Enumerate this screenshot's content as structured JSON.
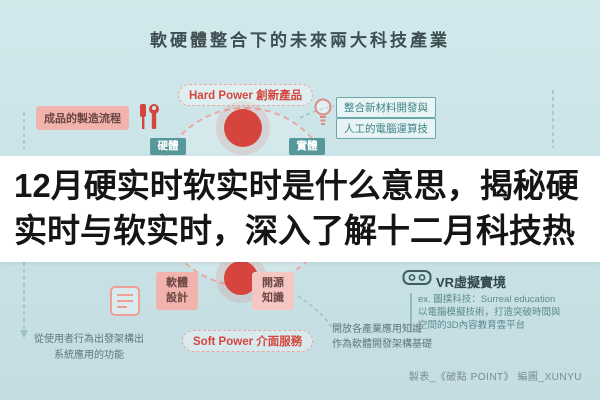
{
  "banner": {
    "line1": "12月硬实时软实时是什么意思，揭秘硬",
    "line2": "实时与软实时，深入了解十二月科技热"
  },
  "infographic": {
    "title": "軟硬體整合下的未來兩大科技產業",
    "hard_power_label": "Hard Power 創新產品",
    "soft_power_label": "Soft Power 介面服務",
    "manufacture_box": "成品的製造流程",
    "material_box": {
      "line1": "整合新材料開發與",
      "line2": "人工的電腦運算技"
    },
    "hardware_tag": "硬體",
    "entity_tag": "實體",
    "software_design_card": {
      "line1": "軟體",
      "line2": "設計"
    },
    "open_knowledge_card": {
      "line1": "開源",
      "line2": "知識"
    },
    "user_behavior_note": {
      "line1": "從使用者行為出發架構出",
      "line2": "系統應用的功能"
    },
    "vr": {
      "title": "VR虛擬實境",
      "desc_line1": "ex. 圖撲科技：Surreal education",
      "desc_line2": "以電腦模擬技術，打造突破時間與",
      "desc_line3": "空間的3D內容教育雲平台"
    },
    "open_industry_note": {
      "line1": "開放各產業應用知識",
      "line2": "作為軟體開發架構基礎"
    },
    "credit": "製表_《破點 POINT》 編圖_XUNYU"
  },
  "colors": {
    "background": "#c8e2e6",
    "accent_red": "#d6453d",
    "accent_pink": "#f2b3ae",
    "accent_teal": "#57999b",
    "banner_bg": "#ffffff",
    "banner_text": "#151515"
  }
}
